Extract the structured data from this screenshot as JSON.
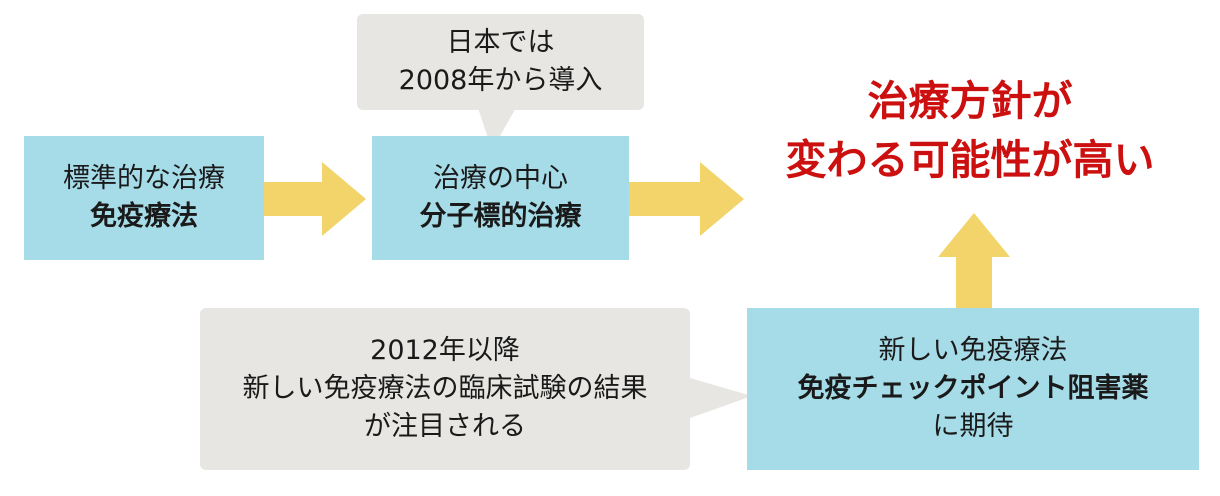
{
  "boxes": {
    "step1": {
      "line1": "標準的な治療",
      "line2": "免疫療法"
    },
    "step2": {
      "line1": "治療の中心",
      "line2": "分子標的治療"
    },
    "step3": {
      "line1": "新しい免疫療法",
      "line2": "免疫チェックポイント阻害薬",
      "line3": "に期待"
    }
  },
  "callouts": {
    "japan": {
      "line1": "日本では",
      "line2": "2008年から導入"
    },
    "since2012": {
      "line1": "2012年以降",
      "line2": "新しい免疫療法の臨床試験の結果",
      "line3": "が注目される"
    }
  },
  "conclusion": {
    "line1": "治療方針が",
    "line2": "変わる可能性が高い"
  },
  "colors": {
    "box_fill": "#a6dbe8",
    "callout_fill": "#e7e6e3",
    "arrow_fill": "#f2d46a",
    "conclusion_text": "#cc1010"
  }
}
